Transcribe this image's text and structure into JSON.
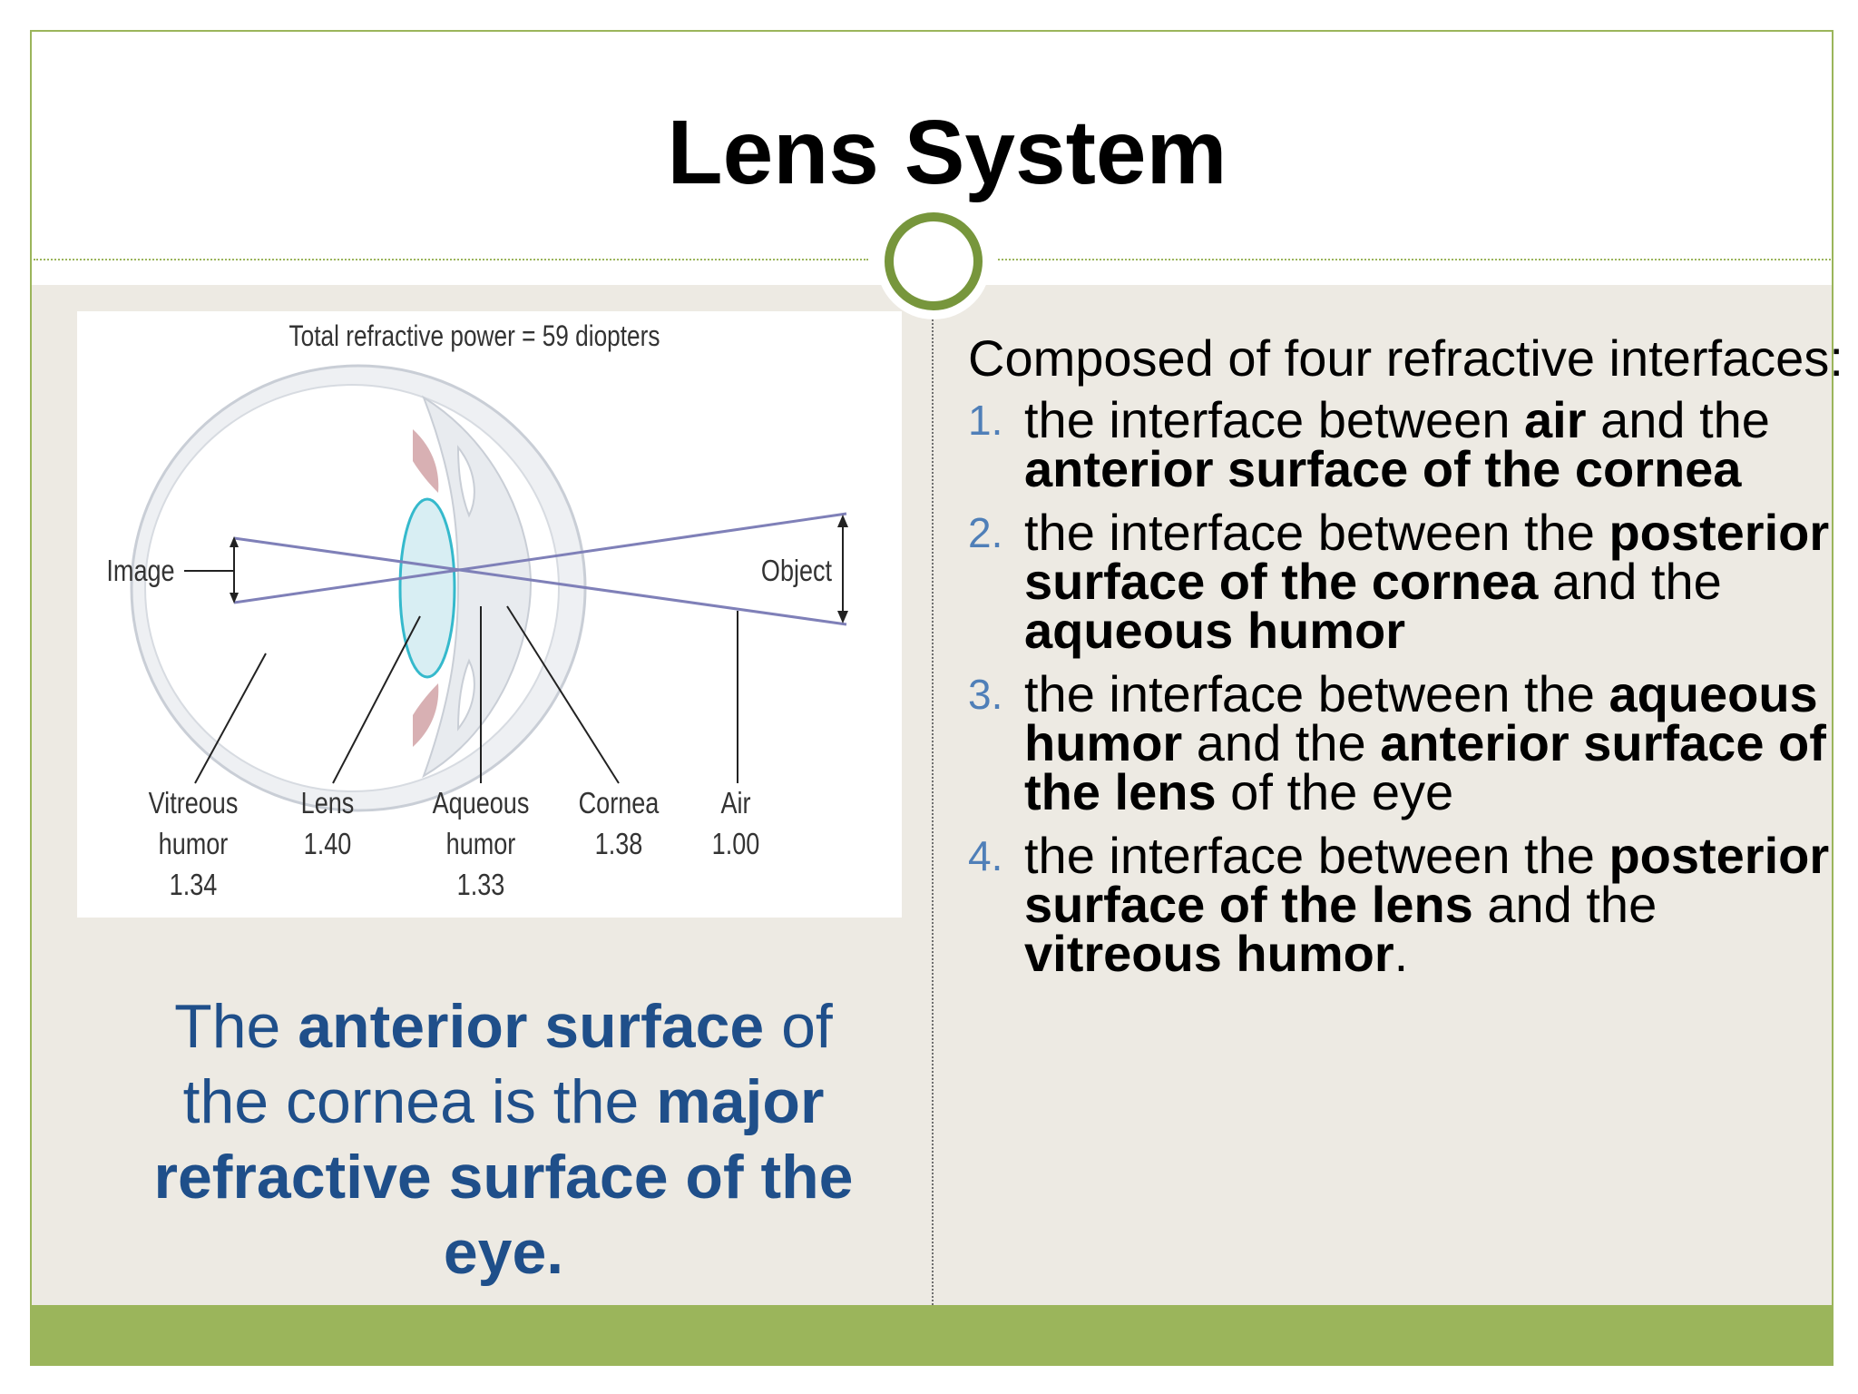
{
  "slide": {
    "title": "Lens System"
  },
  "diagram": {
    "heading": "Total refractive power = 59 diopters",
    "label_image": "Image",
    "label_object": "Object",
    "parts": [
      {
        "name": "Vitreous",
        "name2": "humor",
        "value": "1.34"
      },
      {
        "name": "Lens",
        "value": "1.40"
      },
      {
        "name": "Aqueous",
        "name2": "humor",
        "value": "1.33"
      },
      {
        "name": "Cornea",
        "value": "1.38"
      },
      {
        "name": "Air",
        "value": "1.00"
      }
    ]
  },
  "caption": {
    "p1": "The ",
    "b1": "anterior surface",
    "p2": " of the cornea is the ",
    "b2": "major refractive surface of the eye."
  },
  "right": {
    "intro": "Composed of four refractive interfaces:",
    "items": [
      {
        "num": "1.",
        "t1": "the interface between ",
        "b1": "air",
        "t2": " and the ",
        "b2": "anterior surface of the cornea",
        "t3": ""
      },
      {
        "num": "2.",
        "t1": "the interface between the ",
        "b1": "posterior surface of the cornea",
        "t2": " and the ",
        "b2": "aqueous humor",
        "t3": ""
      },
      {
        "num": "3.",
        "t1": "the interface between the ",
        "b1": "aqueous humor",
        "t2": " and the ",
        "b2": "anterior surface of the lens",
        "t3": " of the eye"
      },
      {
        "num": "4.",
        "t1": "the interface between the ",
        "b1": "posterior surface of the lens",
        "t2": " and the ",
        "b2": "vitreous humor",
        "t3": "."
      }
    ]
  },
  "colors": {
    "accent_green": "#9bb55b",
    "ring_green": "#77963c",
    "caption_blue": "#1f4f8a",
    "number_blue": "#4f7fb8",
    "content_bg": "#edeae3"
  }
}
